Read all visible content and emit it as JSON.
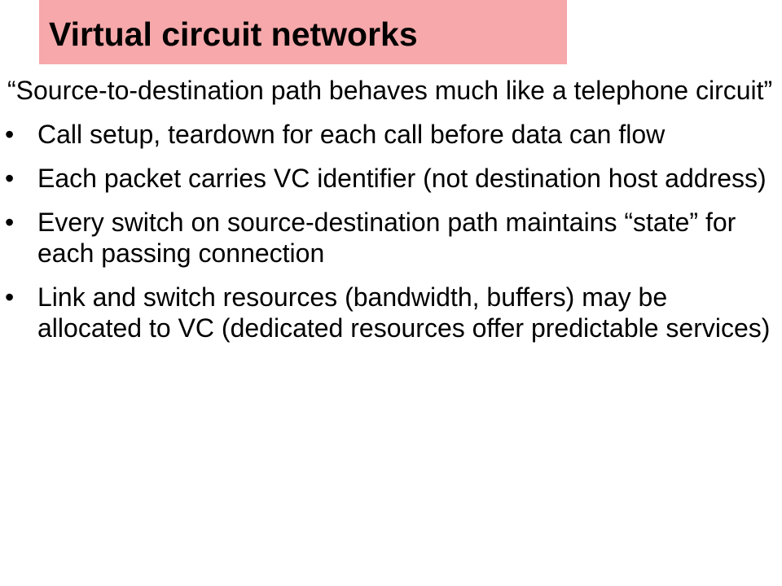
{
  "slide": {
    "title": "Virtual circuit networks",
    "items": [
      {
        "marker": "",
        "text": "“Source-to-destination path behaves much like a telephone circuit”"
      },
      {
        "marker": "•",
        "text": "Call setup, teardown for each call before data can flow"
      },
      {
        "marker": "•",
        "text": "Each packet carries VC identifier (not destination host address)"
      },
      {
        "marker": "•",
        "text": "Every switch on source-destination path maintains “state” for each passing connection"
      },
      {
        "marker": "•",
        "text": "Link and switch resources (bandwidth, buffers) may be allocated to VC (dedicated resources offer predictable services)"
      }
    ]
  },
  "colors": {
    "title_background": "#f6a8aa",
    "text": "#000000",
    "background": "#ffffff"
  }
}
